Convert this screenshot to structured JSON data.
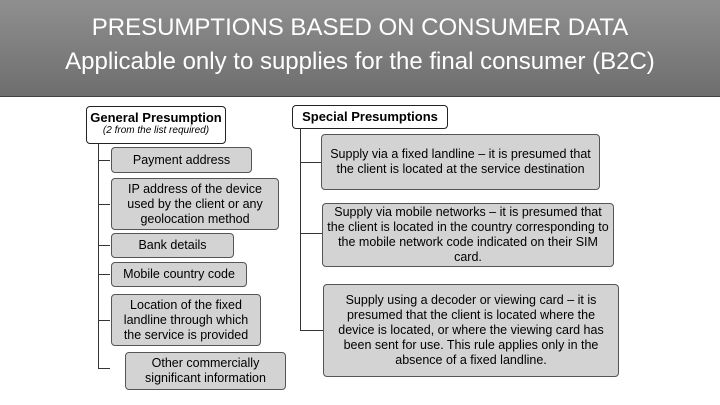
{
  "banner": {
    "title": "PRESUMPTIONS BASED ON CONSUMER DATA",
    "subtitle": "Applicable only to supplies for the final consumer (B2C)"
  },
  "general": {
    "header": "General Presumption",
    "subheader": "(2 from the list required)",
    "items": [
      "Payment address",
      "IP address of the device used by the client or any geolocation method",
      "Bank details",
      "Mobile country code",
      "Location of the fixed landline through which the service is provided",
      "Other commercially significant information"
    ]
  },
  "special": {
    "header": "Special Presumptions",
    "items": [
      "Supply via a fixed landline – it is presumed that the client is located at the service destination",
      "Supply via mobile networks – it is presumed that the client is located in the country corresponding to the mobile network code indicated on their SIM card.",
      "Supply using a decoder or viewing card – it is presumed that the client is located where the device is located, or where the viewing card has been sent for use. This rule applies only in the absence of a fixed landline."
    ]
  }
}
